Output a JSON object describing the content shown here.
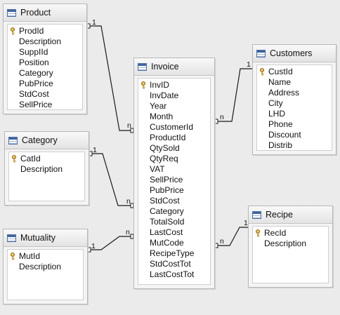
{
  "tables": [
    {
      "id": "product",
      "name": "Product",
      "fields": [
        "ProdId",
        "Description",
        "SuppIId",
        "Position",
        "Category",
        "PubPrice",
        "StdCost",
        "SellPrice"
      ],
      "keys": [
        "ProdId"
      ]
    },
    {
      "id": "category",
      "name": "Category",
      "fields": [
        "CatId",
        "Description"
      ],
      "keys": [
        "CatId"
      ]
    },
    {
      "id": "mutuality",
      "name": "Mutuality",
      "fields": [
        "MutId",
        "Description"
      ],
      "keys": [
        "MutId"
      ]
    },
    {
      "id": "invoice",
      "name": "Invoice",
      "fields": [
        "InvID",
        "InvDate",
        "Year",
        "Month",
        "CustomerId",
        "ProductId",
        "QtySold",
        "QtyReq",
        "VAT",
        "SellPrice",
        "PubPrice",
        "StdCost",
        "Category",
        "TotalSold",
        "LastCost",
        "MutCode",
        "RecipeType",
        "StdCostTot",
        "LastCostTot"
      ],
      "keys": [
        "InvID"
      ]
    },
    {
      "id": "customers",
      "name": "Customers",
      "fields": [
        "CustId",
        "Name",
        "Address",
        "City",
        "LHD",
        "Phone",
        "Discount",
        "Distrib"
      ],
      "keys": [
        "CustId"
      ]
    },
    {
      "id": "recipe",
      "name": "Recipe",
      "fields": [
        "RecId",
        "Description"
      ],
      "keys": [
        "RecId"
      ]
    }
  ],
  "relations": [
    {
      "from": "product",
      "to": "invoice",
      "from_card": "1",
      "to_card": "n"
    },
    {
      "from": "category",
      "to": "invoice",
      "from_card": "1",
      "to_card": "n"
    },
    {
      "from": "mutuality",
      "to": "invoice",
      "from_card": "1",
      "to_card": "n"
    },
    {
      "from": "invoice",
      "to": "customers",
      "from_card": "n",
      "to_card": "1"
    },
    {
      "from": "invoice",
      "to": "recipe",
      "from_card": "n",
      "to_card": "1"
    }
  ],
  "colors": {
    "background": "#ebebeb",
    "line": "#1a1a1a",
    "key": "#e0a526"
  },
  "icons": {
    "table": "table-icon",
    "primary_key": "key-icon"
  }
}
